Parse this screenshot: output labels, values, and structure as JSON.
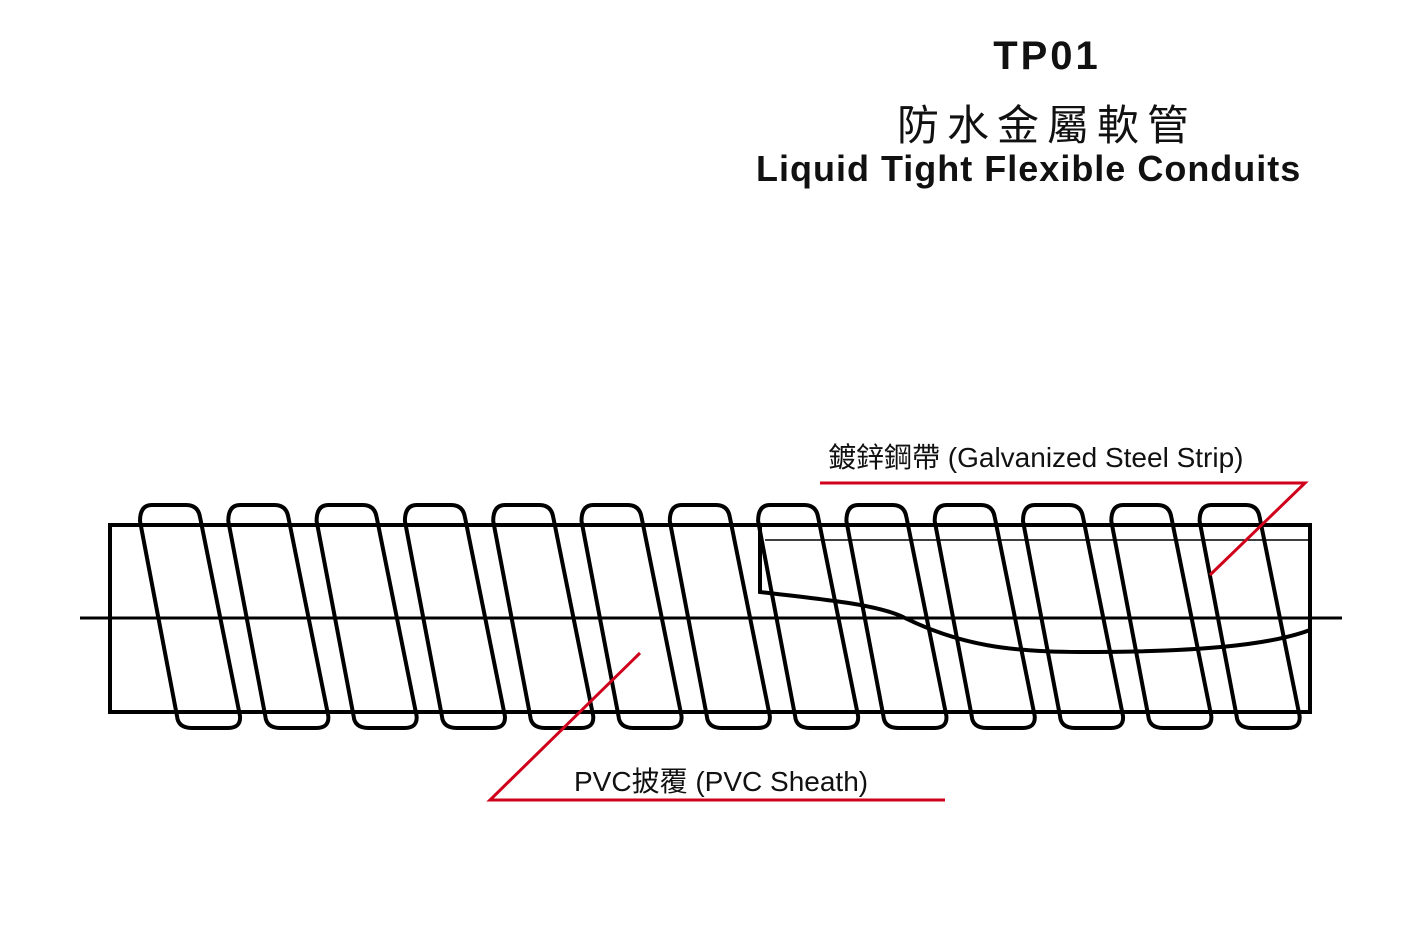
{
  "title": {
    "code": "TP01",
    "chinese": "防水金屬軟管",
    "english": "Liquid Tight Flexible Conduits"
  },
  "labels": {
    "steel_strip": "鍍鋅鋼帶 (Galvanized Steel Strip)",
    "pvc_sheath": "PVC披覆 (PVC Sheath)"
  },
  "colors": {
    "line": "#000000",
    "leader": "#d0021b"
  },
  "coil_count": 13
}
